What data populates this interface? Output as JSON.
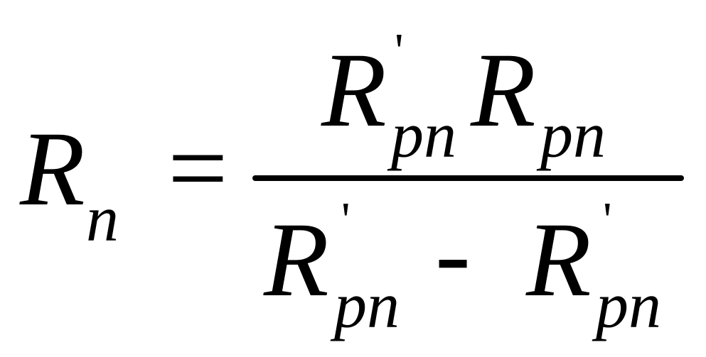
{
  "formula": {
    "lhs": {
      "symbol": "R",
      "subscript": "n"
    },
    "equals": "=",
    "numerator": {
      "term1": {
        "symbol": "R",
        "prime": "'",
        "subscript": "pn"
      },
      "term2": {
        "symbol": "R",
        "subscript": "pn"
      }
    },
    "denominator": {
      "term1": {
        "symbol": "R",
        "prime": "'",
        "subscript": "pn"
      },
      "operator": "-",
      "term2": {
        "symbol": "R",
        "prime": "'",
        "subscript": "pn"
      }
    }
  }
}
